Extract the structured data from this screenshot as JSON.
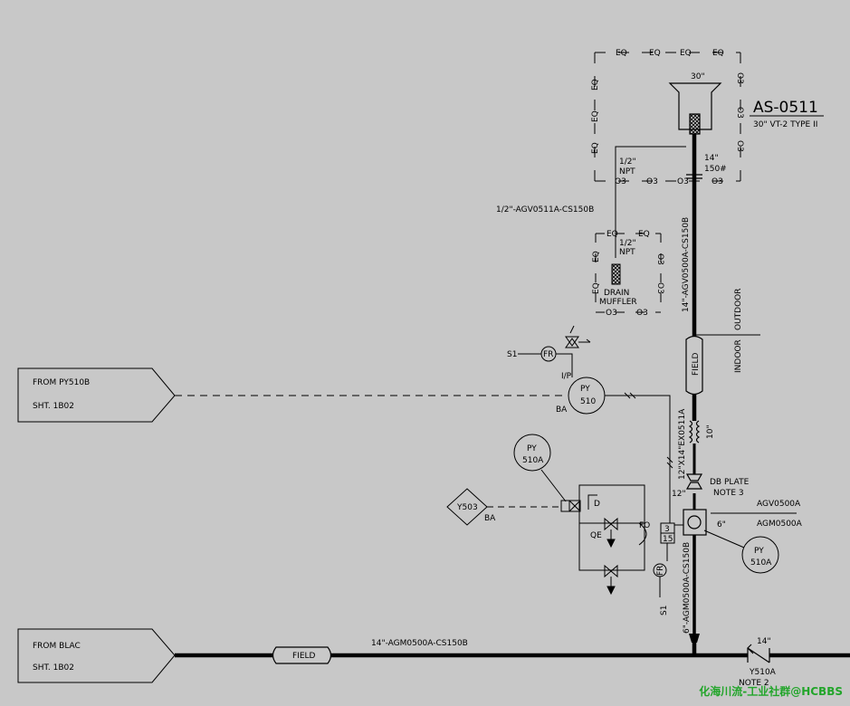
{
  "equipment": {
    "tag": "AS-0511",
    "spec": "30\" VT-2 TYPE II",
    "horn_size": "30\"",
    "inlet_size": "14\"",
    "inlet_rating": "150#"
  },
  "enclosure": {
    "eq": "EQ",
    "o3": "O3"
  },
  "vent_line": {
    "size": "1/2\"",
    "npt": "NPT",
    "line": "1/2\"-AGV0511A-CS150B"
  },
  "drain": {
    "label1": "DRAIN",
    "label2": "MUFFLER",
    "size": "1/2\"",
    "npt": "NPT"
  },
  "riser_line": "14\"-AGV0500A-CS150B",
  "field_label": "FIELD",
  "outdoor": "OUTDOOR",
  "indoor": "INDOOR",
  "offpage_py": {
    "line1": "FROM PY510B",
    "line2": "SHT. 1B02"
  },
  "offpage_blac": {
    "line1": "FROM BLAC",
    "line2": "SHT. 1B02"
  },
  "supply_s1": "S1",
  "fr": "FR",
  "ip": "I/P",
  "ba": "BA",
  "py510": {
    "tag": "PY",
    "num": "510"
  },
  "py510a_top": {
    "tag": "PY",
    "num": "510A"
  },
  "py510a_bottom": {
    "tag": "PY",
    "num": "510A"
  },
  "y503": "Y503",
  "d_label": "D",
  "qe_label": "QE",
  "fo_label": "FO",
  "ratio_top": "3",
  "ratio_bottom": "15",
  "ex_line": "12\"X14\"EX0511A",
  "size_10": "10\"",
  "size_12": "12\"",
  "db_plate": "DB PLATE",
  "note3": "NOTE 3",
  "agv_top": "AGV0500A",
  "agv_bottom": "AGM0500A",
  "size_6": "6\"",
  "lower_line": "6\"-AGM0500A-CS150B",
  "main_line": "14\"-AGM0500A-CS150B",
  "main_size": "14\"",
  "y510a": "Y510A",
  "note2": "NOTE 2",
  "watermark": "化海川流-工业社群@HCBBS"
}
